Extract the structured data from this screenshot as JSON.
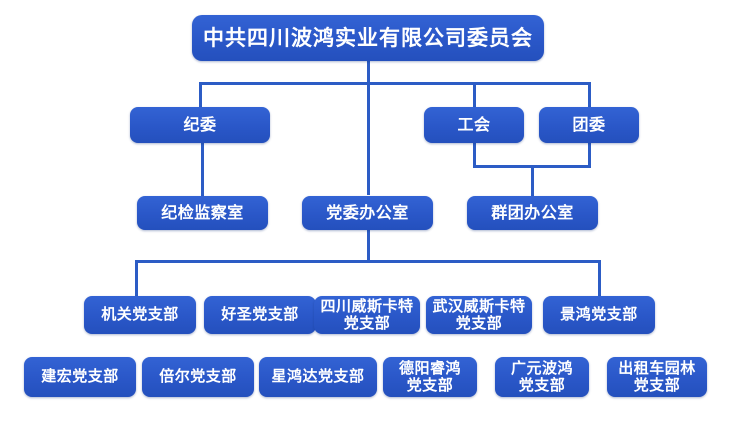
{
  "chart": {
    "type": "org-chart",
    "title": "中共四川波鸿实业有限公司委员会",
    "accent_color": "#2a57c8",
    "line_color": "#2c5cc5",
    "text_color": "#ffffff",
    "background_color": "#ffffff",
    "levels": [
      {
        "level": 1,
        "nodes": [
          {
            "id": "root",
            "label": "中共四川波鸿实业有限公司委员会"
          }
        ]
      },
      {
        "level": 2,
        "nodes": [
          {
            "id": "jiwei",
            "label": "纪委"
          },
          {
            "id": "gonghui",
            "label": "工会"
          },
          {
            "id": "tuanwei",
            "label": "团委"
          }
        ]
      },
      {
        "level": 3,
        "nodes": [
          {
            "id": "jijian",
            "label": "纪检监察室"
          },
          {
            "id": "dangwei-bgs",
            "label": "党委办公室"
          },
          {
            "id": "quntuan-bgs",
            "label": "群团办公室"
          }
        ]
      },
      {
        "level": 4,
        "nodes": [
          {
            "id": "jiguan",
            "label": "机关党支部"
          },
          {
            "id": "haosheng",
            "label": "好圣党支部"
          },
          {
            "id": "sichuan-wsk",
            "label": "四川威斯卡特\n党支部"
          },
          {
            "id": "wuhan-wsk",
            "label": "武汉威斯卡特\n党支部"
          },
          {
            "id": "jinghong",
            "label": "景鸿党支部"
          }
        ]
      },
      {
        "level": 5,
        "nodes": [
          {
            "id": "jianhong",
            "label": "建宏党支部"
          },
          {
            "id": "beier",
            "label": "倍尔党支部"
          },
          {
            "id": "xinghongda",
            "label": "星鸿达党支部"
          },
          {
            "id": "deyang-ruihong",
            "label": "德阳睿鸿\n党支部"
          },
          {
            "id": "guangyuan-bohong",
            "label": "广元波鸿\n党支部"
          },
          {
            "id": "chuzuche-yuanlin",
            "label": "出租车园林\n党支部"
          }
        ]
      }
    ]
  }
}
